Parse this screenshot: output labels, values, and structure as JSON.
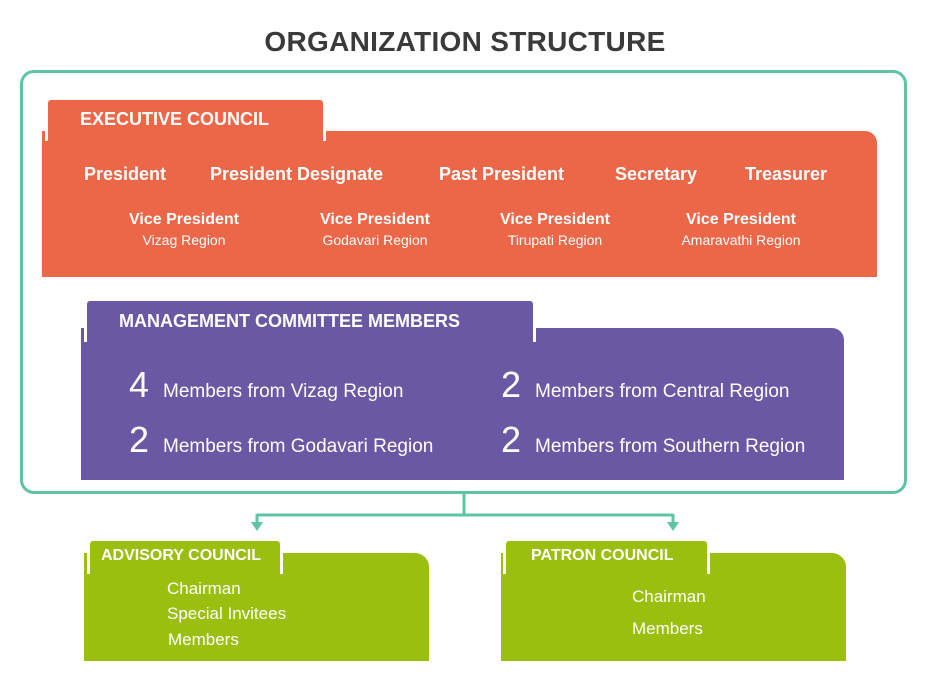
{
  "title": "ORGANIZATION STRUCTURE",
  "colors": {
    "frame": "#5fc4a0",
    "executive": "#ec6648",
    "management": "#6b58a4",
    "green": "#9bbf0e",
    "title": "#3a3a3a"
  },
  "executive_council": {
    "label": "EXECUTIVE COUNCIL",
    "roles": [
      "President",
      "President Designate",
      "Past President",
      "Secretary",
      "Treasurer"
    ],
    "vice_presidents": [
      {
        "title": "Vice President",
        "region": "Vizag Region"
      },
      {
        "title": "Vice President",
        "region": "Godavari Region"
      },
      {
        "title": "Vice President",
        "region": "Tirupati Region"
      },
      {
        "title": "Vice President",
        "region": "Amaravathi Region"
      }
    ]
  },
  "management_committee": {
    "label": "MANAGEMENT COMMITTEE MEMBERS",
    "members": [
      {
        "count": "4",
        "text": "Members from Vizag Region"
      },
      {
        "count": "2",
        "text": "Members from Central Region"
      },
      {
        "count": "2",
        "text": "Members from Godavari Region"
      },
      {
        "count": "2",
        "text": "Members from Southern Region"
      }
    ]
  },
  "advisory_council": {
    "label": "ADVISORY COUNCIL",
    "items": [
      "Chairman",
      "Special Invitees",
      "Members"
    ]
  },
  "patron_council": {
    "label": "PATRON COUNCIL",
    "items": [
      "Chairman",
      "Members"
    ]
  }
}
